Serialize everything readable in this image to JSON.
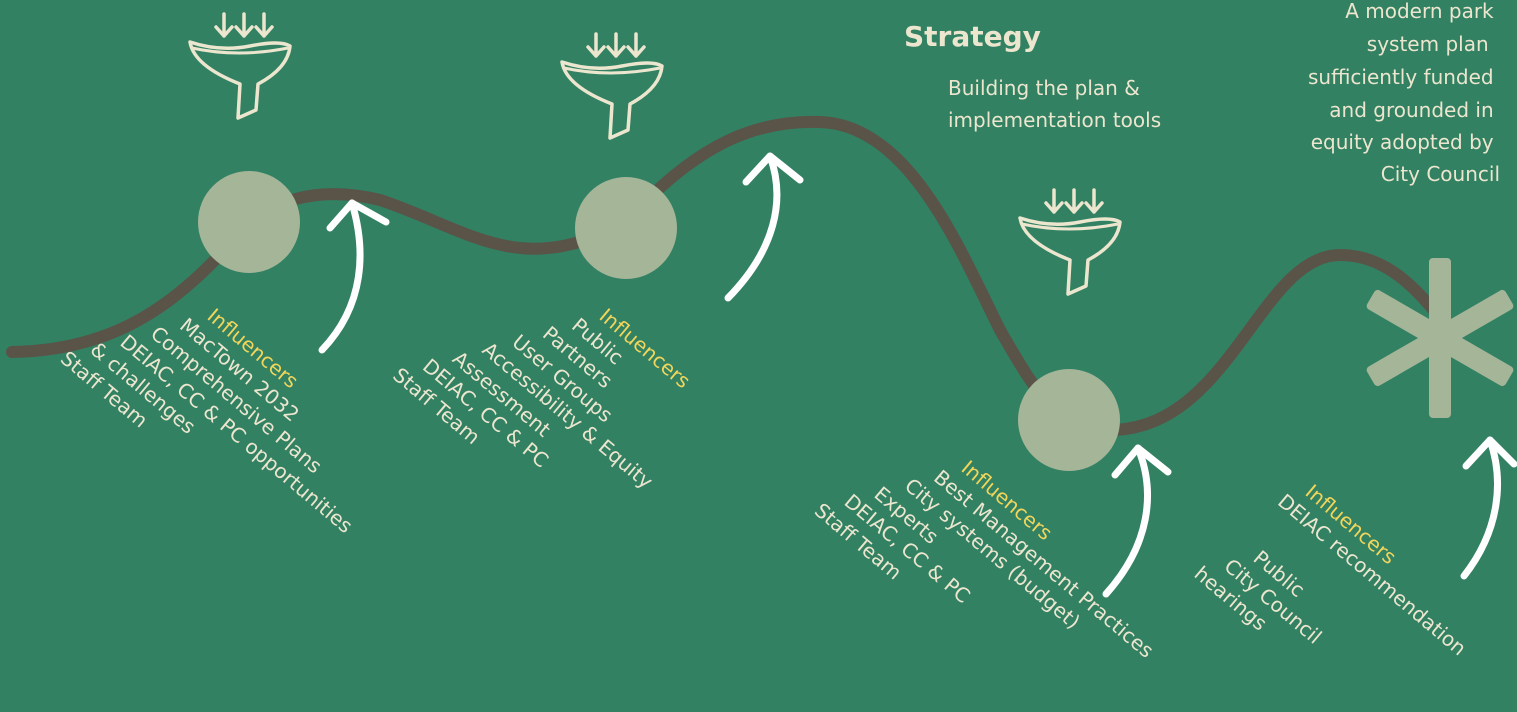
{
  "strategy": {
    "title": "Strategy",
    "lines": [
      "Building the plan &",
      "implementation tools"
    ]
  },
  "outcome": {
    "lines": [
      "A modern park",
      "system plan",
      "sufficiently funded",
      "and grounded in",
      "equity adopted by",
      "City Council"
    ]
  },
  "stage1": {
    "heading": "Influencers",
    "items": [
      "MacTown 2032",
      "Comprehensive Plans",
      "DEIAC, CC & PC opportunities",
      "& challenges",
      "Staff Team"
    ]
  },
  "stage2": {
    "heading": "Influencers",
    "items": [
      "Public",
      "Partners",
      "User Groups",
      "Accessibility & Equity",
      "Assessment",
      "DEIAC, CC & PC",
      "Staff Team"
    ]
  },
  "stage3": {
    "heading": "Influencers",
    "items": [
      "Best Management Practices",
      "City systems (budget)",
      "Experts",
      "DEIAC, CC & PC",
      "Staff Team"
    ]
  },
  "stage4": {
    "heading": "Influencers",
    "items": [
      "DEIAC recommendation"
    ],
    "extra": [
      "Public",
      "City Council",
      "hearings"
    ]
  },
  "colors": {
    "background": "#328163",
    "path": "#5a5448",
    "node": "#a5b598",
    "cream": "#ece6cf",
    "heading": "#f2d65b"
  },
  "icons": [
    "funnel-icon",
    "up-arrow-icon",
    "asterisk-icon"
  ]
}
